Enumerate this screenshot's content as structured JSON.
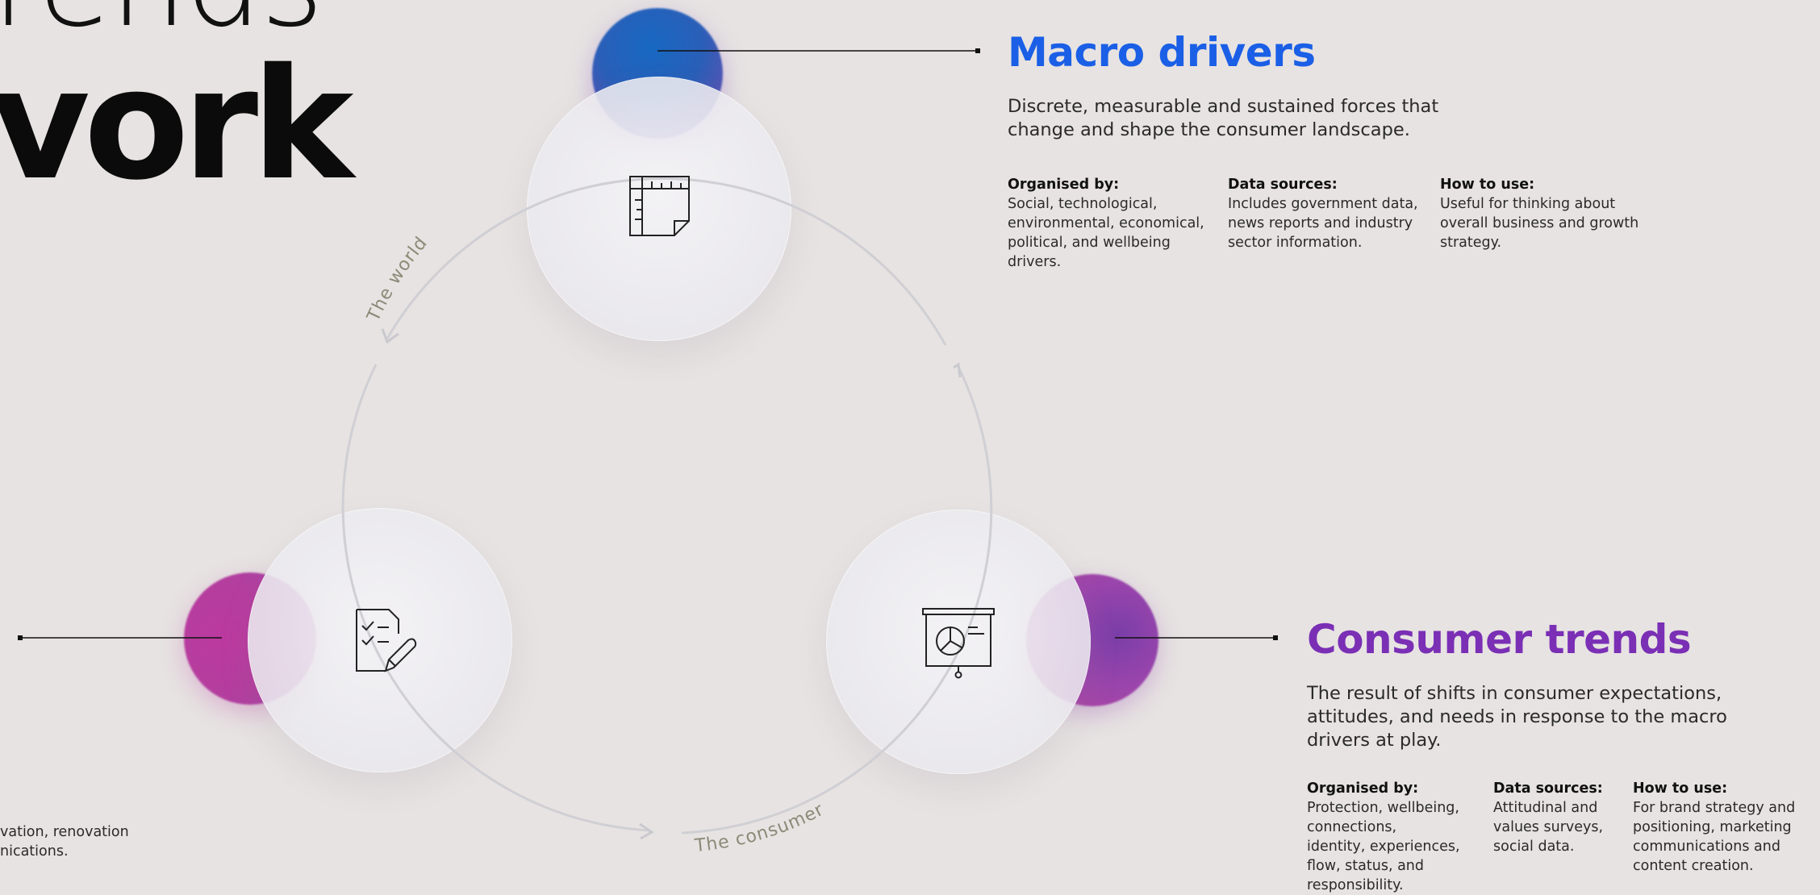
{
  "title": {
    "line1": "rends",
    "line2": "vork"
  },
  "cycle": {
    "left_arc_label": "The world",
    "bottom_arc_label": "The consumer"
  },
  "nodes": [
    {
      "icon": "blueprint-icon",
      "color": "#1e67c4"
    },
    {
      "icon": "checklist-pen-icon",
      "color": "#b23ea3"
    },
    {
      "icon": "presentation-chart-icon",
      "color": "#9a3fa8"
    }
  ],
  "macro": {
    "heading": "Macro drivers",
    "color": "#1a5fe6",
    "desc_line1": "Discrete, measurable and sustained forces that",
    "desc_line2": "change and shape the consumer landscape.",
    "organised_label": "Organised by:",
    "organised_lines": [
      "Social, technological,",
      "environmental, economical,",
      "political, and wellbeing",
      "drivers."
    ],
    "sources_label": "Data sources:",
    "sources_lines": [
      "Includes government data,",
      "news reports and industry",
      "sector information."
    ],
    "use_label": "How to use:",
    "use_lines": [
      "Useful for thinking about",
      "overall business and growth",
      "strategy."
    ]
  },
  "consumer": {
    "heading": "Consumer trends",
    "color": "#7a2fb5",
    "desc_line1": "The result of shifts in consumer expectations,",
    "desc_line2": "attitudes, and needs in response to the macro",
    "desc_line3": "drivers at play.",
    "organised_label": "Organised by:",
    "organised_lines": [
      "Protection, wellbeing,",
      "connections,",
      "identity, experiences,",
      "flow, status, and",
      "responsibility."
    ],
    "sources_label": "Data sources:",
    "sources_lines": [
      "Attitudinal and",
      "values surveys,",
      "social data."
    ],
    "use_label": "How to use:",
    "use_lines": [
      "For brand strategy and",
      "positioning, marketing",
      "communications and",
      "content creation."
    ]
  },
  "left_fragment": {
    "line1": "vation, renovation",
    "line2": "nications."
  }
}
